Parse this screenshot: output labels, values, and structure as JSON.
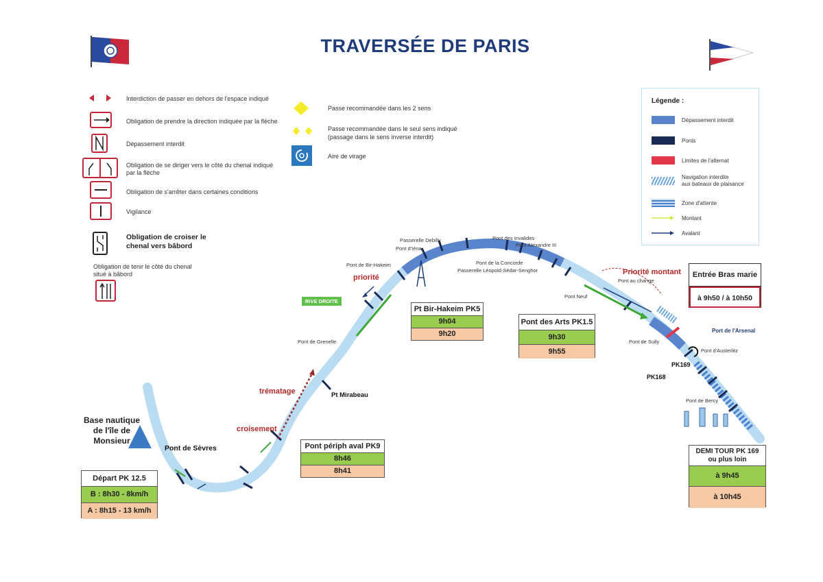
{
  "title": "TRAVERSÉE DE PARIS",
  "symbols_legend": {
    "items": [
      {
        "icon": "red-double-arrow-icon",
        "text": "Interdiction de passer en dehors de l'espace indiqué"
      },
      {
        "icon": "direction-arrow-sign-icon",
        "text": "Obligation de prendre la direction indiquée par la flèche"
      },
      {
        "icon": "no-overtaking-sign-icon",
        "text": "Dépassement interdit"
      },
      {
        "icon": "channel-side-sign-icon",
        "text": "Obligation de se diriger vers le côté du chenal indiqué par la flèche"
      },
      {
        "icon": "stop-sign-icon",
        "text": "Obligation de s'arrêter dans certaines conditions"
      },
      {
        "icon": "vigilance-sign-icon",
        "text": "Vigilance"
      },
      {
        "icon": "cross-channel-sign-icon",
        "text": "Obligation de croiser le chenal vers bâbord"
      },
      {
        "icon": "keep-port-side-sign-icon",
        "text": "Obligation de tenir le côté du chenal situé à bâbord"
      }
    ],
    "passes": [
      {
        "icon": "yellow-diamond-icon",
        "text": "Passe recommandée dans les 2 sens"
      },
      {
        "icon": "two-yellow-diamonds-icon",
        "text": "Passe recommandée dans le seul sens indiqué",
        "text2": "(passage dans le sens inverse interdit)"
      },
      {
        "icon": "turning-area-icon",
        "text": "Aire de virage"
      }
    ]
  },
  "legend": {
    "title": "Légende :",
    "items": [
      {
        "text": "Dépassement interdit",
        "color": "#5a84cc"
      },
      {
        "text": "Ponts",
        "color": "#1b2a52"
      },
      {
        "text": "Limites de l'alternat",
        "color": "#e0384a"
      },
      {
        "text": "Navigation interdite",
        "text2": "aux bateaux de plaisance",
        "color": "#6fa7dd"
      },
      {
        "text": "Zone d'attente",
        "color": "#4a7fd0"
      },
      {
        "text": "Montant",
        "color": "#d4e83a"
      },
      {
        "text": "Avalant",
        "color": "#1f3b7a"
      }
    ]
  },
  "places": {
    "base_nautique": "Base nautique de l'île de Monsieur",
    "pont_sevres": "Pont de Sèvres",
    "pt_mirabeau": "Pt Mirabeau",
    "pont_grenelle": "Pont de Grenelle",
    "rive_droite": "RIVE DROITE",
    "pont_bir_hakeim": "Pont de Bir-Hakeim",
    "pont_iena": "Pont d'Iéna",
    "passerelle_debilly": "Passerelle Debilly",
    "pont_invalides": "Pont des Invalides",
    "pont_alexandre": "Pont Alexandre III",
    "pont_concorde": "Pont de la Concorde",
    "passerelle_leopold": "Passerelle Léopold-Sédar-Senghor",
    "pont_neuf": "Pont Neuf",
    "pont_au_change": "Pont au change",
    "pont_sully": "Pont de Sully",
    "pont_arsenal": "Port de l'Arsenal",
    "pont_austerlitz": "Pont d'Austerlitz",
    "pont_bercy": "Pont de Bercy",
    "pk169": "PK169",
    "pk168": "PK168"
  },
  "annotations": {
    "trematage": "trématage",
    "croisement": "croisement",
    "priorite": "priorité",
    "priorite_montant": "Priorité montant"
  },
  "boxes": {
    "depart": {
      "title": "Départ PK 12.5",
      "green": "B : 8h30 - 8km/h",
      "orange": "A : 8h15 - 13 km/h"
    },
    "periph": {
      "title": "Pont périph aval PK9",
      "green": "8h46",
      "orange": "8h41"
    },
    "bir_hakeim": {
      "title": "Pt Bir-Hakeim PK5",
      "green": "9h04",
      "orange": "9h20"
    },
    "arts": {
      "title": "Pont des Arts PK1.5",
      "green": "9h30",
      "orange": "9h55"
    },
    "bras_marie": {
      "title": "Entrée Bras marie",
      "time": "à 9h50 / à 10h50"
    },
    "demi_tour": {
      "title": "DEMI TOUR PK 169",
      "title2": "ou plus loin",
      "green": "à 9h45",
      "orange": "à 10h45"
    }
  }
}
